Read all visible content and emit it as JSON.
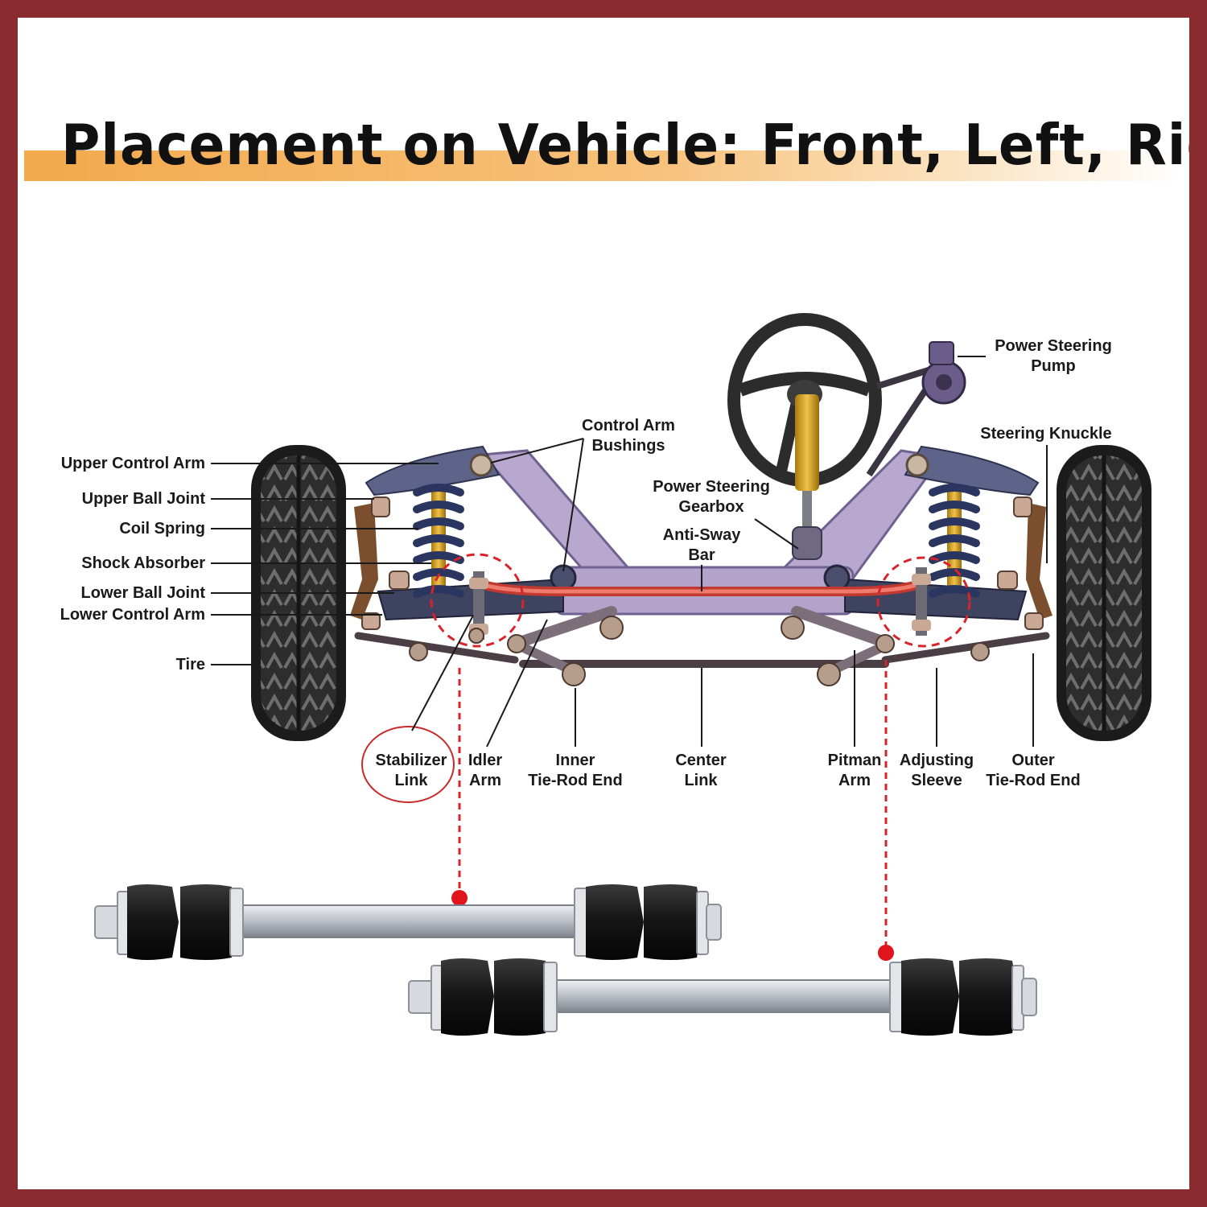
{
  "title": "Placement on Vehicle: Front, Left, Right",
  "colors": {
    "border": "#8a2c2f",
    "title_band": "#f3a94c",
    "frame": "#b7a6cc",
    "control_arm": "#5b5f86",
    "anti_sway_bar": "#e0574a",
    "highlight": "#d9232a",
    "spring": "#2a3560",
    "rubber": "#161616",
    "steel": "#c8ccd2"
  },
  "labels": {
    "upper_control_arm": "Upper Control Arm",
    "upper_ball_joint": "Upper Ball Joint",
    "coil_spring": "Coil Spring",
    "shock_absorber": "Shock Absorber",
    "lower_ball_joint": "Lower Ball Joint",
    "lower_control_arm": "Lower Control Arm",
    "tire": "Tire",
    "control_arm_bushings": [
      "Control Arm",
      "Bushings"
    ],
    "power_steering_gearbox": [
      "Power Steering",
      "Gearbox"
    ],
    "anti_sway_bar": [
      "Anti-Sway",
      "Bar"
    ],
    "power_steering_pump": [
      "Power Steering",
      "Pump"
    ],
    "steering_knuckle": "Steering Knuckle",
    "stabilizer_link": [
      "Stabilizer",
      "Link"
    ],
    "idler_arm": [
      "Idler",
      "Arm"
    ],
    "inner_tie_rod_end": [
      "Inner",
      "Tie-Rod End"
    ],
    "center_link": [
      "Center",
      "Link"
    ],
    "pitman_arm": [
      "Pitman",
      "Arm"
    ],
    "adjusting_sleeve": [
      "Adjusting",
      "Sleeve"
    ],
    "outer_tie_rod_end": [
      "Outer",
      "Tie-Rod End"
    ]
  }
}
